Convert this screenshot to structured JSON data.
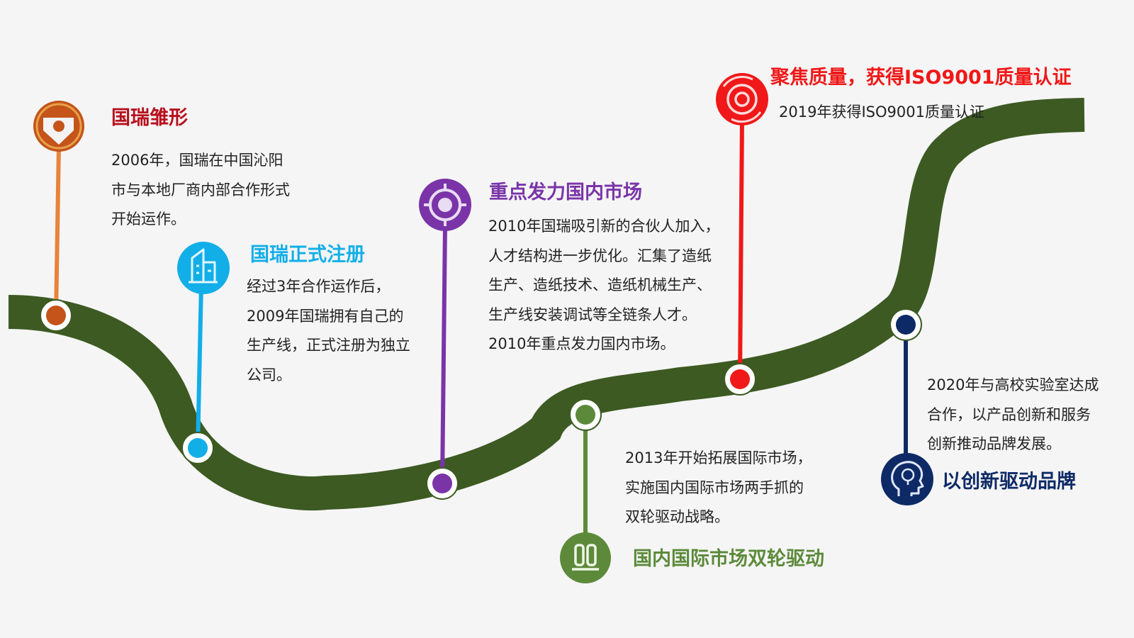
{
  "colors": {
    "background": "#f5f5f5",
    "road": "#3c5a22",
    "orange": "#e8833a",
    "orange_dark": "#c4541a",
    "cyan": "#12aee8",
    "purple": "#7a34a8",
    "red": "#f01818",
    "green": "#5c8a3a",
    "navy": "#0e2a66"
  },
  "milestones": [
    {
      "key": "m1",
      "title": "国瑞雏形",
      "title_color": "#b8101e",
      "icon": "location-pin-icon",
      "lines": [
        "2006年，国瑞在中国沁阳",
        "市与本地厂商内部合作形式",
        "开始运作。"
      ]
    },
    {
      "key": "m2",
      "title": "国瑞正式注册",
      "title_color": "#12aee8",
      "icon": "building-icon",
      "lines": [
        "经过3年合作运作后，",
        "2009年国瑞拥有自己的",
        "生产线，正式注册为独立",
        "公司。"
      ]
    },
    {
      "key": "m3",
      "title": "重点发力国内市场",
      "title_color": "#7a34a8",
      "icon": "target-icon",
      "lines": [
        "2010年国瑞吸引新的合伙人加入，",
        "人才结构进一步优化。汇集了造纸",
        "生产、造纸技术、造纸机械生产、",
        "生产线安装调试等全链条人才。",
        "2010年重点发力国内市场。"
      ]
    },
    {
      "key": "m4",
      "title": "国内国际市场双轮驱动",
      "title_color": "#5c8a3a",
      "icon": "two-wheels-icon",
      "lines": [
        "2013年开始拓展国际市场，",
        "实施国内国际市场两手抓的",
        "双轮驱动战略。"
      ]
    },
    {
      "key": "m5",
      "title": "聚焦质量，获得ISO9001质量认证",
      "title_color": "#f01818",
      "icon": "focus-icon",
      "lines": [
        "2019年获得ISO9001质量认证"
      ]
    },
    {
      "key": "m6",
      "title": "以创新驱动品牌",
      "title_color": "#0e2a66",
      "icon": "innovation-head-icon",
      "lines": [
        "2020年与高校实验室达成",
        "合作，以产品创新和服务",
        "创新推动品牌发展。"
      ]
    }
  ]
}
